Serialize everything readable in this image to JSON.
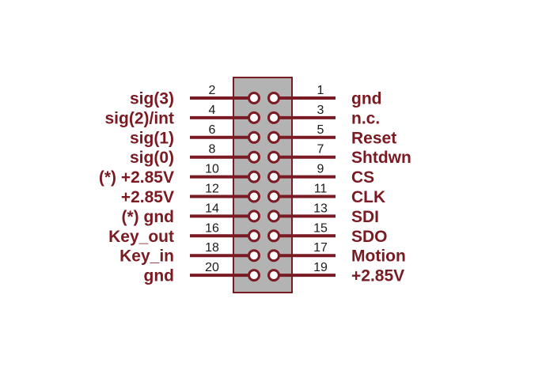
{
  "colors": {
    "wire": "#7a1a22",
    "label": "#7a1a22",
    "connector_fill": "#b3b3b3",
    "connector_stroke": "#7a1a22",
    "pin_fill": "#ffffff",
    "number": "#1a1a1a"
  },
  "left_pins": [
    {
      "number": "2",
      "label": "sig(3)"
    },
    {
      "number": "4",
      "label": "sig(2)/int"
    },
    {
      "number": "6",
      "label": "sig(1)"
    },
    {
      "number": "8",
      "label": "sig(0)"
    },
    {
      "number": "10",
      "label": "(*) +2.85V"
    },
    {
      "number": "12",
      "label": "+2.85V"
    },
    {
      "number": "14",
      "label": "(*) gnd"
    },
    {
      "number": "16",
      "label": "Key_out"
    },
    {
      "number": "18",
      "label": "Key_in"
    },
    {
      "number": "20",
      "label": "gnd"
    }
  ],
  "right_pins": [
    {
      "number": "1",
      "label": "gnd"
    },
    {
      "number": "3",
      "label": "n.c."
    },
    {
      "number": "5",
      "label": "Reset"
    },
    {
      "number": "7",
      "label": "Shtdwn"
    },
    {
      "number": "9",
      "label": "CS"
    },
    {
      "number": "11",
      "label": "CLK"
    },
    {
      "number": "13",
      "label": "SDI"
    },
    {
      "number": "15",
      "label": "SDO"
    },
    {
      "number": "17",
      "label": "Motion"
    },
    {
      "number": "19",
      "label": "+2.85V"
    }
  ]
}
